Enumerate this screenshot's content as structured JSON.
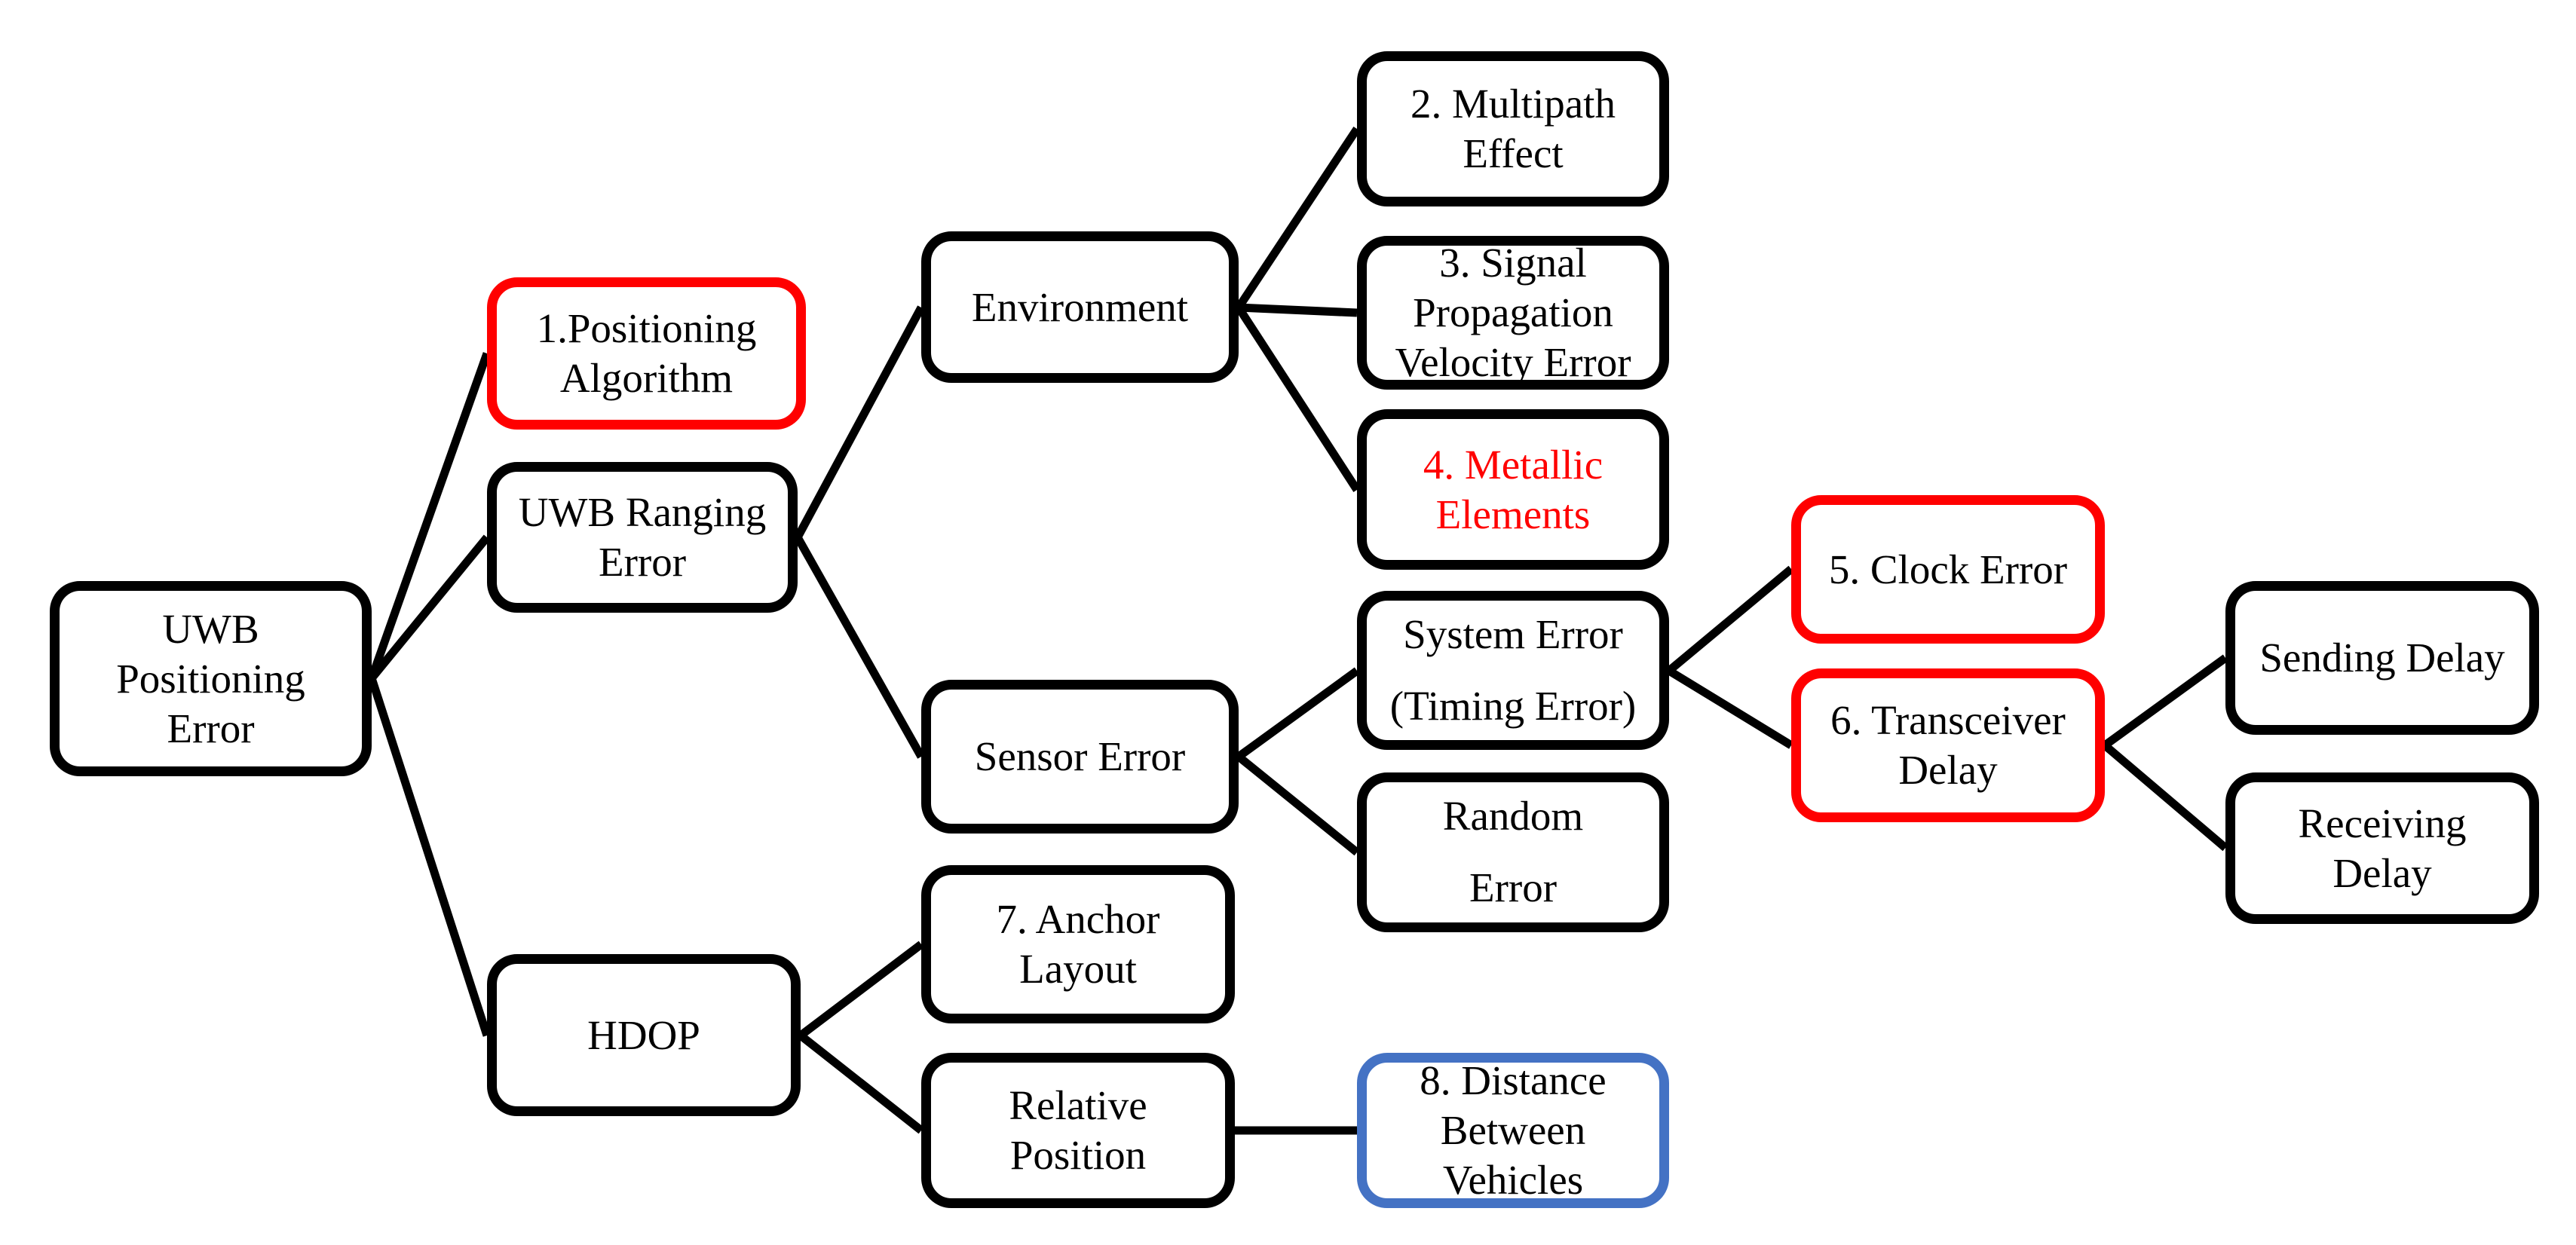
{
  "figure": {
    "type": "tree-diagram",
    "title": "UWB positioning error sources hierarchy",
    "background_color": "#ffffff"
  },
  "colors": {
    "node_border_default": "#000000",
    "node_border_highlight_red": "#ff0000",
    "node_border_highlight_blue": "#4472c4",
    "node_text_default": "#000000",
    "node_text_highlight_red": "#ff0000",
    "connector_line": "#000000"
  },
  "nodes": {
    "uwb_positioning_error": {
      "label": "UWB\nPositioning\nError"
    },
    "positioning_algorithm": {
      "label": "1.Positioning\nAlgorithm"
    },
    "uwb_ranging_error": {
      "label": "UWB Ranging\nError"
    },
    "hdop": {
      "label": "HDOP"
    },
    "environment": {
      "label": "Environment"
    },
    "sensor_error": {
      "label": "Sensor Error"
    },
    "anchor_layout": {
      "label": "7. Anchor\nLayout"
    },
    "relative_position": {
      "label": "Relative\nPosition"
    },
    "multipath_effect": {
      "label": "2. Multipath\nEffect"
    },
    "signal_propagation": {
      "label": "3. Signal\nPropagation\nVelocity Error"
    },
    "metallic_elements": {
      "label": "4. Metallic\nElements"
    },
    "system_error": {
      "label": "System Error\n(Timing Error)"
    },
    "random_error": {
      "label": "Random\nError"
    },
    "distance_between_vehicles": {
      "label": "8. Distance\nBetween\nVehicles"
    },
    "clock_error": {
      "label": "5. Clock Error"
    },
    "transceiver_delay": {
      "label": "6. Transceiver\nDelay"
    },
    "sending_delay": {
      "label": "Sending Delay"
    },
    "receiving_delay": {
      "label": "Receiving\nDelay"
    }
  },
  "edges": [
    {
      "from": "uwb_positioning_error",
      "to": "positioning_algorithm"
    },
    {
      "from": "uwb_positioning_error",
      "to": "uwb_ranging_error"
    },
    {
      "from": "uwb_positioning_error",
      "to": "hdop"
    },
    {
      "from": "uwb_ranging_error",
      "to": "environment"
    },
    {
      "from": "uwb_ranging_error",
      "to": "sensor_error"
    },
    {
      "from": "environment",
      "to": "multipath_effect"
    },
    {
      "from": "environment",
      "to": "signal_propagation"
    },
    {
      "from": "environment",
      "to": "metallic_elements"
    },
    {
      "from": "sensor_error",
      "to": "system_error"
    },
    {
      "from": "sensor_error",
      "to": "random_error"
    },
    {
      "from": "system_error",
      "to": "clock_error"
    },
    {
      "from": "system_error",
      "to": "transceiver_delay"
    },
    {
      "from": "transceiver_delay",
      "to": "sending_delay"
    },
    {
      "from": "transceiver_delay",
      "to": "receiving_delay"
    },
    {
      "from": "hdop",
      "to": "anchor_layout"
    },
    {
      "from": "hdop",
      "to": "relative_position"
    },
    {
      "from": "relative_position",
      "to": "distance_between_vehicles"
    }
  ]
}
